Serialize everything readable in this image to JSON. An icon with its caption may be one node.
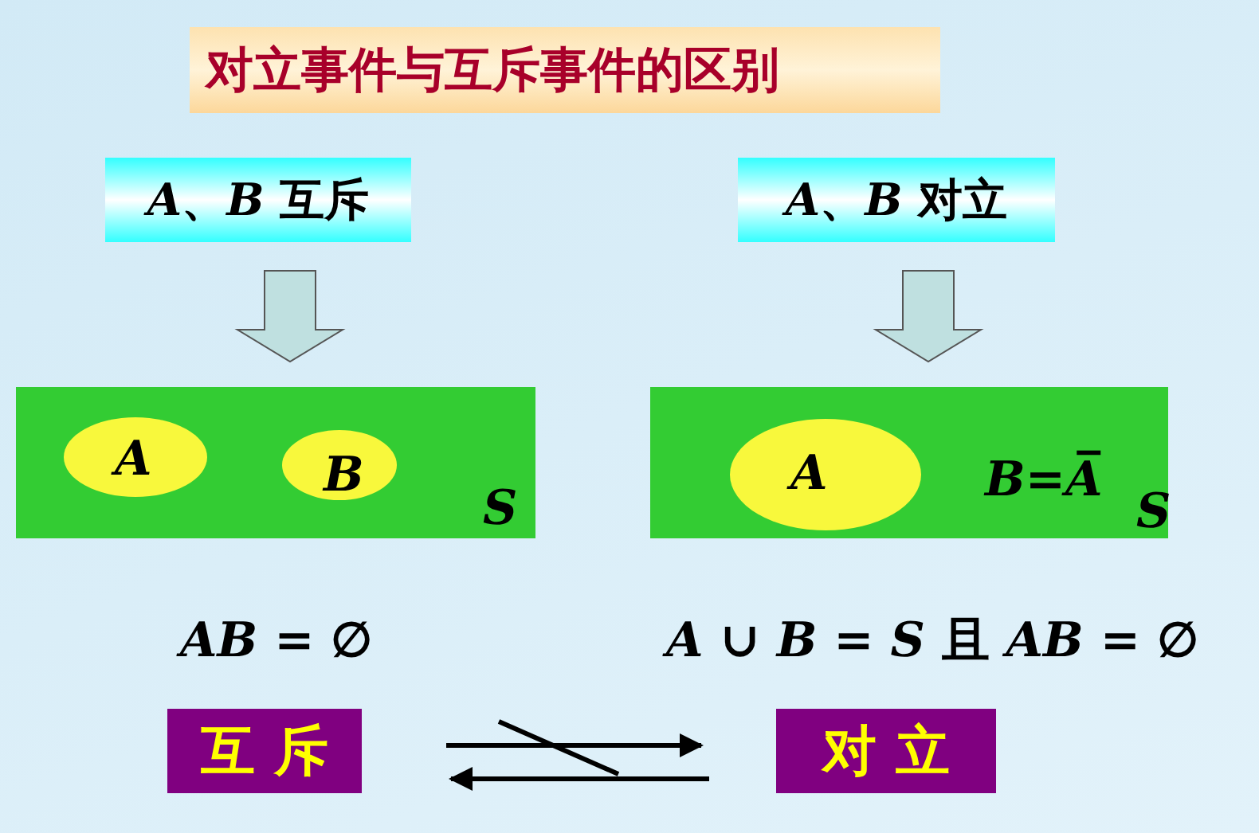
{
  "diagram": {
    "title": "对立事件与互斥事件的区别",
    "nodes": [
      {
        "text": [
          "*A*、*B* 互斥"
        ]
      },
      {
        "text": [
          "*A*、*B* 对立"
        ]
      },
      {
        "text": [
          "S"
        ]
      },
      {
        "text": [
          "A"
        ],
        "in": 2
      },
      {
        "text": [
          "B"
        ],
        "in": 2
      },
      {
        "text": [
          "*B*=*A̅*",
          "S"
        ]
      },
      {
        "text": [
          "A"
        ],
        "in": 5
      },
      {
        "text": [
          "互 斥"
        ]
      },
      {
        "text": [
          "对 立"
        ]
      }
    ],
    "edges": [
      {
        "from": 0,
        "to": 2,
        "arrow": "to",
        "style": "thick"
      },
      {
        "from": 1,
        "to": 5,
        "arrow": "to",
        "style": "thick"
      },
      {
        "from": 7,
        "to": 8,
        "arrow": "to"
      },
      {
        "from": 8,
        "to": 7,
        "arrow": "to"
      }
    ],
    "labels": [
      "*AB* = ∅",
      "*A* ∪ *B* = *S* 且 *AB* = ∅"
    ]
  }
}
